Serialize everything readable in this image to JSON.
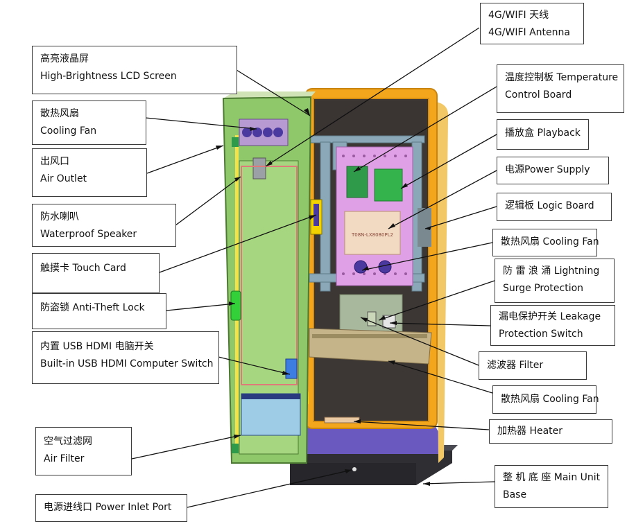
{
  "labels": {
    "lcd_screen": {
      "cn": "高亮液晶屏",
      "en": "High-Brightness LCD Screen"
    },
    "cooling_fan_top": {
      "cn": "散热风扇",
      "en": "Cooling Fan"
    },
    "air_outlet": {
      "cn": "出风口",
      "en": "Air Outlet"
    },
    "waterproof_speaker": {
      "cn": "防水喇叭",
      "en": "Waterproof Speaker"
    },
    "touch_card": {
      "text": "触摸卡 Touch Card"
    },
    "anti_theft_lock": {
      "text": "防盗锁 Anti-Theft Lock"
    },
    "computer_switch": {
      "cn": "内置 USB HDMI  电脑开关",
      "en": "Built-in USB HDMI Computer Switch"
    },
    "air_filter": {
      "cn": "空气过滤网",
      "en": "Air Filter"
    },
    "power_inlet": {
      "text": "电源进线口 Power Inlet Port"
    },
    "antenna": {
      "cn": "4G/WIFI 天线",
      "en": "4G/WIFI Antenna"
    },
    "temp_board": {
      "line1": "温度控制板 Temperature",
      "line2": "Control Board"
    },
    "playback": {
      "text": "播放盒 Playback"
    },
    "power_supply": {
      "text": "电源Power Supply"
    },
    "logic_board": {
      "text": "逻辑板 Logic Board"
    },
    "cooling_fan_right": {
      "text": "散热风扇 Cooling Fan"
    },
    "lightning": {
      "line1": "防 雷 浪 涌  Lightning",
      "line2": "Surge Protection"
    },
    "leakage": {
      "line1": "漏电保护开关 Leakage",
      "line2": "Protection Switch"
    },
    "filter": {
      "text": "滤波器 Filter"
    },
    "cooling_fan_bottom": {
      "text": "散热风扇 Cooling Fan"
    },
    "heater": {
      "text": "加热器 Heater"
    },
    "main_base": {
      "line1": "整 机 底 座  Main  Unit",
      "line2": "Base"
    }
  },
  "device": {
    "board_text": "T08N-LX8080PL2"
  },
  "colors": {
    "door_green": "#8fc86a",
    "cabinet_orange": "#f3a51c",
    "cabinet_interior": "#3c3735",
    "base_purple": "#6a5ac0",
    "base_dark": "#2e2e33",
    "panel_pink": "#e0a0e6",
    "board_cream": "#f2d9c2",
    "steel_blue": "#8aa8b8",
    "filter_blue": "#9ecbe6",
    "leader_line": "#111111"
  }
}
